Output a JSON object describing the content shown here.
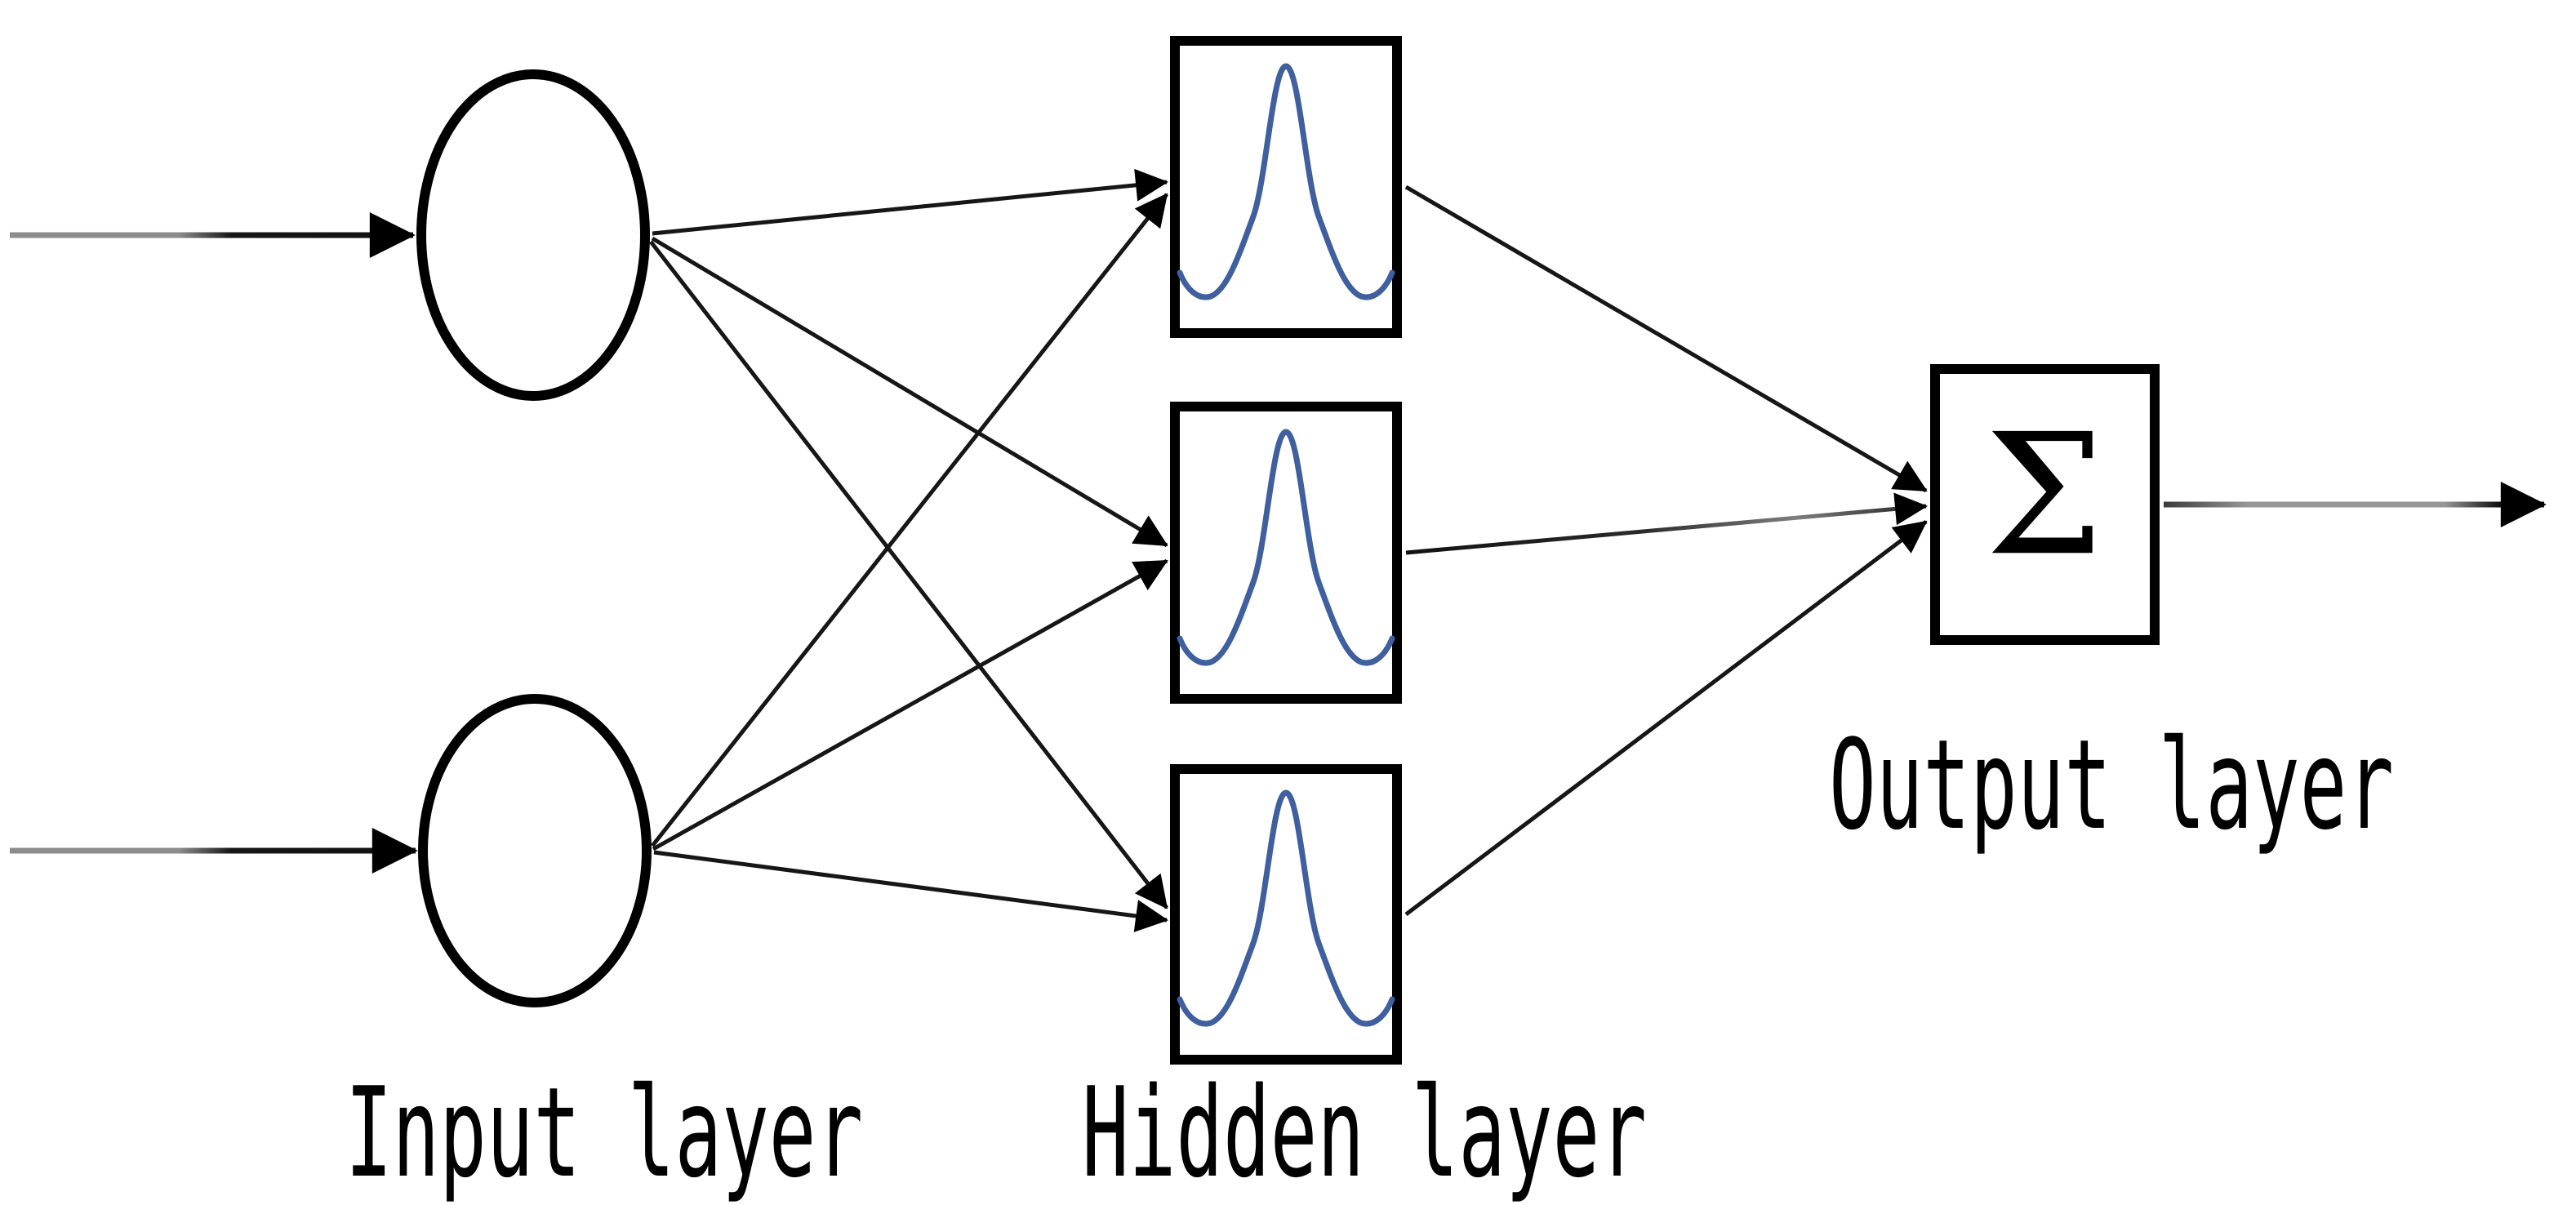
{
  "diagram": {
    "kind": "radial-basis-function neural network",
    "layers": [
      {
        "id": "input",
        "label": "Input layer",
        "node_count": 2,
        "node_shape": "circle"
      },
      {
        "id": "hidden",
        "label": "Hidden layer",
        "node_count": 3,
        "node_shape": "box-with-gaussian-curve"
      },
      {
        "id": "output",
        "label": "Output layer",
        "node_count": 1,
        "node_shape": "box-with-summation-symbol"
      }
    ],
    "labels": {
      "input": "Input layer",
      "hidden": "Hidden layer",
      "output": "Output layer",
      "output_symbol": "Σ"
    },
    "edges": {
      "external_input_arrows": 2,
      "input_to_hidden": "fully connected, 2 inputs × 3 hidden = 6 arrows",
      "hidden_to_output": "3 arrows converging on summation box",
      "external_output_arrows": 1
    },
    "icons": {
      "hidden_node_icon": "gaussian-curve-icon",
      "output_node_icon": "summation-sigma-icon",
      "connector_icon": "arrowhead-icon"
    },
    "colors": {
      "stroke": "#000000",
      "activation_curve": "#3f5f9e",
      "line_gray": "#8c8c8c",
      "background": "#ffffff"
    }
  }
}
